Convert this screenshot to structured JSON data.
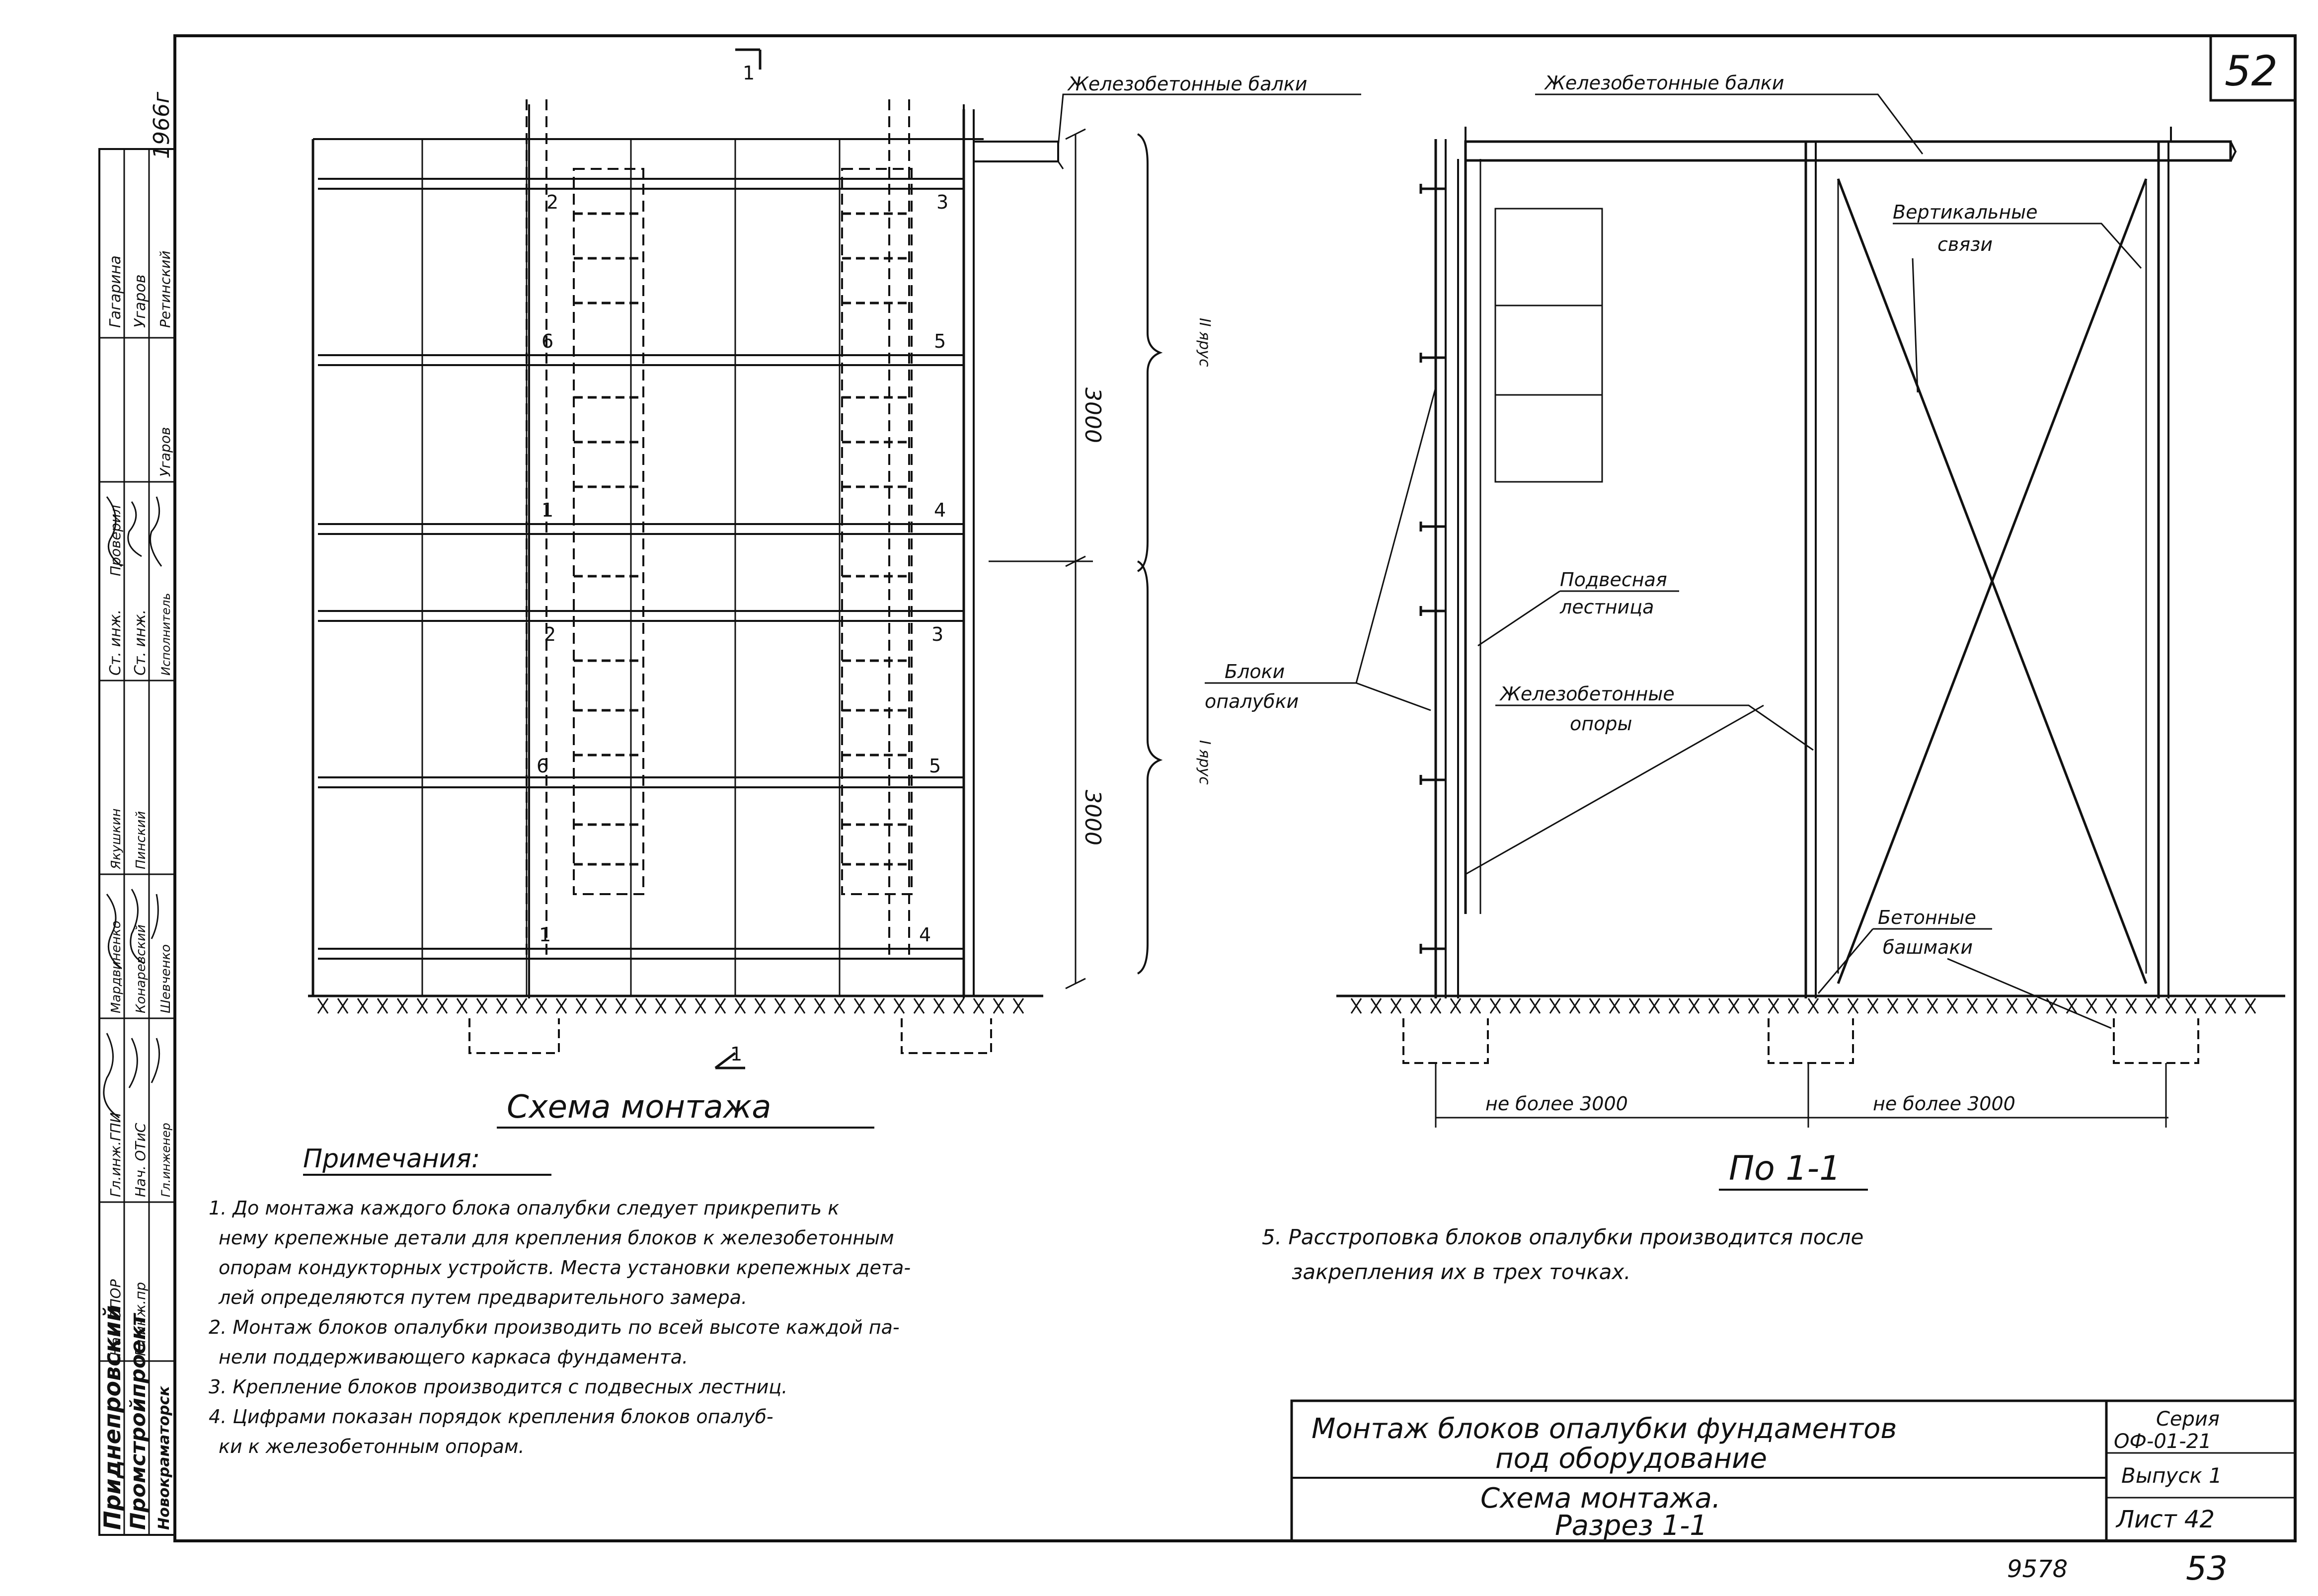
{
  "sheet": {
    "page_number": "52",
    "page_number_bottom": "53",
    "inventory_number": "9578",
    "year": "1966г"
  },
  "front_view": {
    "title": "Схема монтажа",
    "section_mark": "1",
    "label_beams": "Железобетонные балки",
    "dim_upper": "3000",
    "dim_lower": "3000",
    "tier_upper": "II ярус",
    "tier_lower": "I ярус",
    "bolt_numbers": {
      "upper_tier": [
        "2",
        "3",
        "6",
        "5",
        "1",
        "4"
      ],
      "lower_tier": [
        "2",
        "3",
        "6",
        "5",
        "1",
        "4"
      ]
    }
  },
  "section_view": {
    "title": "По 1-1",
    "label_beams": "Железобетонные балки",
    "label_vertical_ties": "Вертикальные связи",
    "label_hanging_ladder": "Подвесная лестница",
    "label_formwork_blocks": "Блоки опалубки",
    "label_rc_supports": "Железобетонные опоры",
    "label_concrete_shoes": "Бетонные башмаки",
    "dim_left": "не более 3000",
    "dim_right": "не более 3000"
  },
  "notes": {
    "heading": "Примечания:",
    "lines": [
      "1. До монтажа каждого блока опалубки следует прикрепить к",
      "нему крепежные детали для крепления блоков к железобетонным",
      "опорам кондукторных устройств. Места установки крепежных дета-",
      "лей определяются путем предварительного замера.",
      "2. Монтаж блоков опалубки производить по всей высоте каждой па-",
      "нели поддерживающего каркаса фундамента.",
      "3. Крепление блоков производится с подвесных лестниц.",
      "4. Цифрами показан порядок крепления блоков опалуб-",
      "ки к железобетонным опорам."
    ],
    "note5_lines": [
      "5. Расстроповка блоков опалубки производится после",
      "закрепления их в трех точках."
    ]
  },
  "title_block": {
    "line1": "Монтаж блоков опалубки фундаментов",
    "line2": "под оборудование",
    "line3": "Схема монтажа.",
    "line4": "Разрез 1-1",
    "series_label": "Серия",
    "series_value": "ОФ-01-21",
    "issue": "Выпуск 1",
    "sheet": "Лист 42"
  },
  "side_stamp": {
    "org_lines": [
      "Приднепровский",
      "Промстройпроект",
      "Новокраматорск"
    ],
    "positions": [
      "Гл.инж.ГПИ",
      "Нач. ОТиС",
      "Гл.инженер",
      "Нач. ОПОР",
      "Гл.инж.пр"
    ],
    "names_col1": [
      "Мардвиненко",
      "Конаревский",
      "Шевченко",
      "Якушкин",
      "Пинский"
    ],
    "roles": [
      "Ст. инж.",
      "Ст. инж.",
      "Исполнитель",
      "Проверил"
    ],
    "names_col2": [
      "Гагарина",
      "Угаров",
      "Ретинский",
      "Угаров"
    ]
  }
}
